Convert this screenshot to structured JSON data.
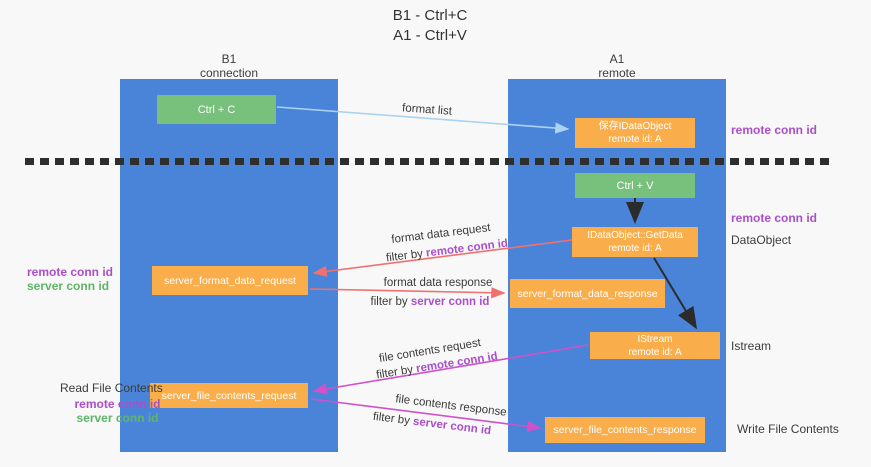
{
  "title": {
    "line1": "B1 - Ctrl+C",
    "line2": "A1 - Ctrl+V"
  },
  "columns": {
    "left": {
      "name": "B1",
      "role": "connection"
    },
    "right": {
      "name": "A1",
      "role": "remote"
    }
  },
  "boxes": {
    "ctrl_c": "Ctrl + C",
    "ctrl_v": "Ctrl + V",
    "save_idataobject": {
      "line1": "保存IDataObject",
      "line2": "remote id: A"
    },
    "getdata": {
      "line1": "IDataObject::GetData",
      "line2": "remote id: A"
    },
    "istream": {
      "line1": "IStream",
      "line2": "remote id: A"
    },
    "server_format_data_request": "server_format_data_request",
    "server_format_data_response": "server_format_data_response",
    "server_file_contents_request": "server_file_contents_request",
    "server_file_contents_response": "server_file_contents_response"
  },
  "arrow_labels": {
    "format_list": "format list",
    "format_data_request": "format data request",
    "format_data_response": "format data response",
    "file_contents_request": "file contents request",
    "file_contents_response": "file contents response",
    "filter_by": "filter by ",
    "remote_conn_id": "remote conn id",
    "server_conn_id": "server conn id"
  },
  "side_labels": {
    "remote_conn_id": "remote conn id",
    "server_conn_id": "server conn id",
    "dataobject": "DataObject",
    "istream": "Istream",
    "read_file_contents": "Read File Contents",
    "write_file_contents": "Write File Contents"
  },
  "colors": {
    "lifeline_blue": "#4a84d8",
    "action_green": "#77c17c",
    "message_orange": "#f9ae4b",
    "request_red": "#f0716e",
    "contents_magenta": "#cf52ca",
    "format_list_blue": "#a9d3ef",
    "remote_conn_purple": "#aa4fc8",
    "server_conn_green": "#5eb567",
    "divider_dark": "#2e2e2e"
  }
}
